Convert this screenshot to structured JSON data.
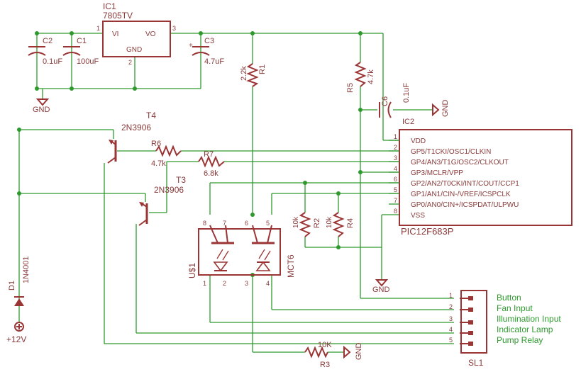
{
  "ic1": {
    "name": "IC1",
    "value": "7805TV",
    "pin_vi": "VI",
    "pin_vo": "VO",
    "pin_gnd": "GND",
    "pin1": "1",
    "pin2": "2",
    "pin3": "3"
  },
  "caps": {
    "c2": {
      "name": "C2",
      "value": "0.1uF"
    },
    "c1": {
      "name": "C1",
      "value": "100uF"
    },
    "c3": {
      "name": "C3",
      "value": "4.7uF"
    },
    "c6": {
      "name": "C6",
      "value": "0.1uF"
    }
  },
  "gnd_label": "GND",
  "resistors": {
    "r1": {
      "name": "R1",
      "value": "2.2k"
    },
    "r5": {
      "name": "R5",
      "value": "4.7k"
    },
    "r6": {
      "name": "R6",
      "value": "4.7k"
    },
    "r7": {
      "name": "R7",
      "value": "6.8k"
    },
    "r2": {
      "name": "R2",
      "value": "10k"
    },
    "r4": {
      "name": "R4",
      "value": "10k"
    },
    "r3": {
      "name": "R3",
      "value": "10K"
    }
  },
  "transistors": {
    "t4": {
      "name": "T4",
      "value": "2N3906"
    },
    "t3": {
      "name": "T3",
      "value": "2N3906"
    }
  },
  "ic2": {
    "name": "IC2",
    "value": "PIC12F683P",
    "pins": [
      {
        "num": "1",
        "label": "VDD"
      },
      {
        "num": "2",
        "label": "GP5/T1CKI/OSC1/CLKIN"
      },
      {
        "num": "3",
        "label": "GP4/AN3/T1G/OSC2/CLKOUT"
      },
      {
        "num": "4",
        "label": "GP3/MCLR/VPP"
      },
      {
        "num": "6",
        "label": "GP2/AN2/T0CKI/INT/COUT/CCP1"
      },
      {
        "num": "5",
        "label": "GP1/AN1/CIN-/VREF/ICSPCLK"
      },
      {
        "num": "7",
        "label": "GP0/AN0/CIN+/ICSPDAT/ULPWU"
      },
      {
        "num": "8",
        "label": "VSS"
      }
    ]
  },
  "u1": {
    "name": "U$1",
    "value": "MCT6",
    "pins": [
      "8",
      "7",
      "6",
      "5",
      "1",
      "2",
      "3",
      "4"
    ]
  },
  "d1": {
    "name": "D1",
    "value": "1N4001",
    "supply": "+12V"
  },
  "sl1": {
    "name": "SL1",
    "pins": [
      "1",
      "2",
      "3",
      "4",
      "5"
    ],
    "labels": [
      "Button",
      "Fan Input",
      "Illumination Input",
      "Indicator Lamp",
      "Pump Relay"
    ]
  },
  "colors": {
    "wire": "#2e9a2e",
    "part": "#9b3535",
    "label": "#8a3a3a",
    "background": "#ffffff"
  }
}
